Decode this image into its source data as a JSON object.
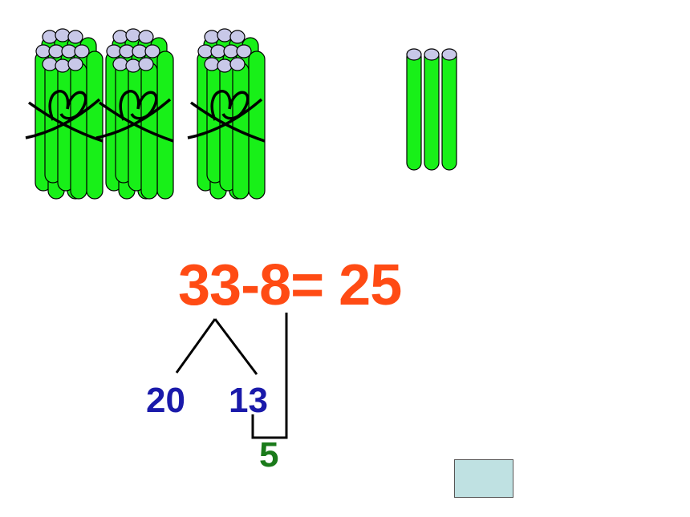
{
  "equation": "33-8= 25",
  "split": {
    "left": "20",
    "right": "13",
    "bottom": "5"
  },
  "colors": {
    "equation": "#ff4b14",
    "split_numbers": "#1a1aaa",
    "result_number": "#1a7a1a",
    "stick_fill": "#18f018",
    "stick_cap": "#c8c8e8",
    "box_fill": "#bfe1e2"
  },
  "bundles": {
    "tens": 3,
    "ones": 3
  }
}
